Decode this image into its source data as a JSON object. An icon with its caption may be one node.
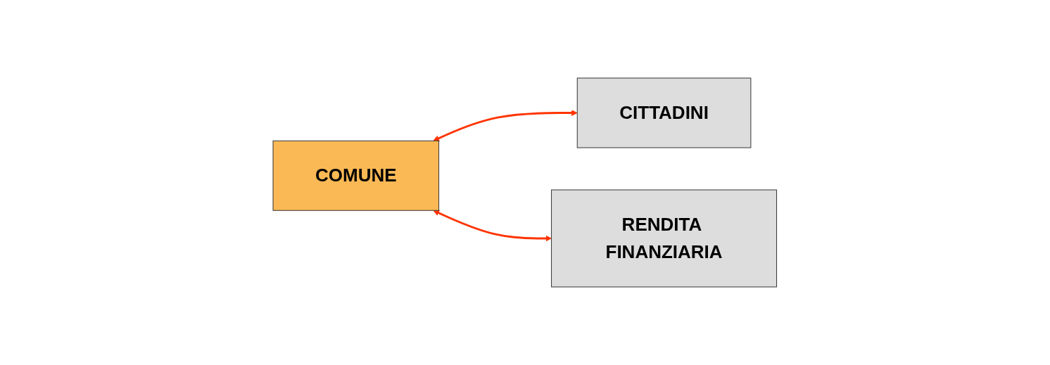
{
  "diagram": {
    "nodes": [
      {
        "text": [
          "CITTADINI"
        ]
      },
      {
        "text": [
          "COMUNE"
        ]
      },
      {
        "text": [
          "RENDITA FINANZIARIA"
        ]
      }
    ],
    "edges": [
      {
        "from": 1,
        "to": 0,
        "arrow": "both"
      },
      {
        "from": 1,
        "to": 2,
        "arrow": "both"
      }
    ]
  }
}
